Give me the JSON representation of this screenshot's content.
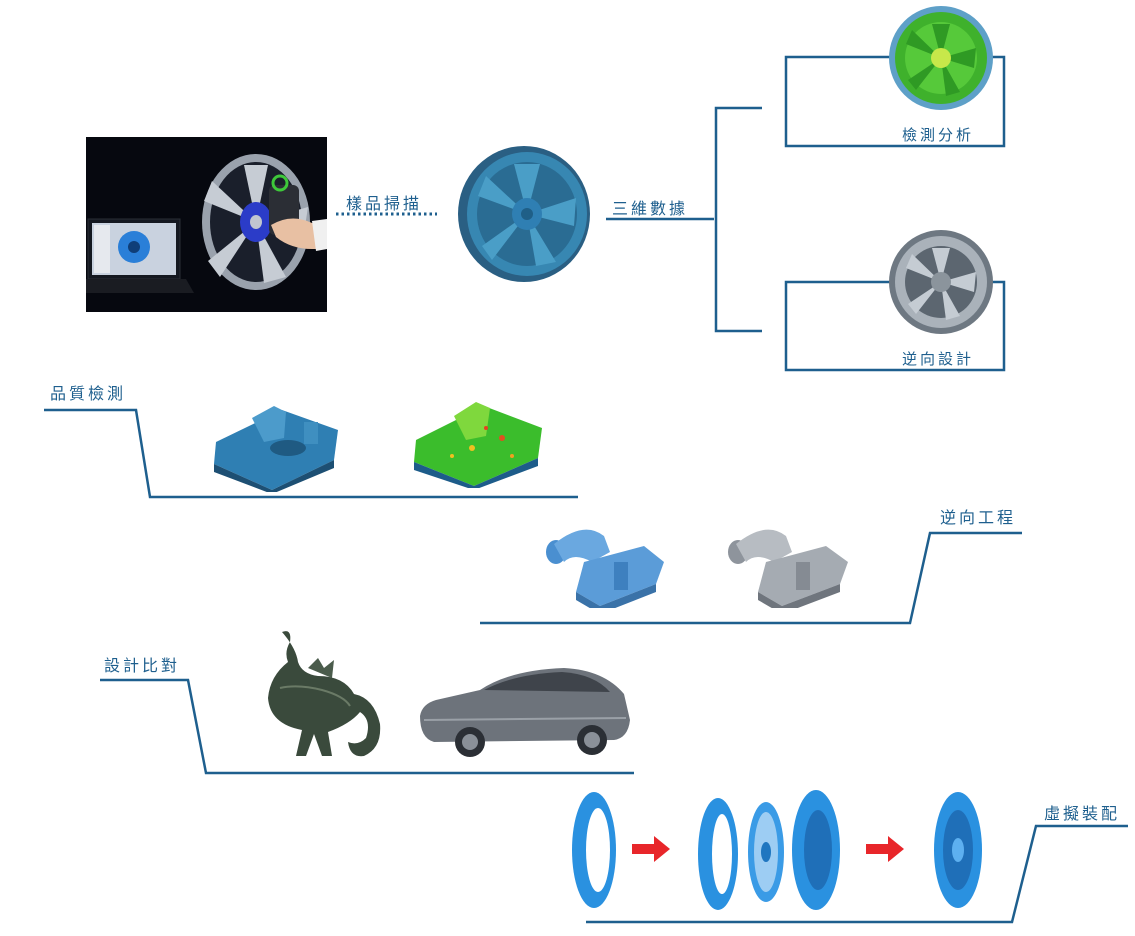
{
  "flow": {
    "scan_label": "樣品掃描",
    "data_label": "三維數據",
    "inspect_label": "檢測分析",
    "reverse_label": "逆向設計"
  },
  "applications": {
    "quality_inspection": "品質檢測",
    "reverse_engineering": "逆向工程",
    "design_comparison": "設計比對",
    "virtual_assembly": "虛擬裝配"
  },
  "colors": {
    "line": "#1e5f8e",
    "model_blue": "#2f7fb3",
    "scan_blue": "#2a91e0",
    "deviation_green": "#3bbd2c",
    "arrow_red": "#e8262a"
  },
  "icons": [
    "laptop",
    "wheel",
    "scanner",
    "hand",
    "part",
    "manifold",
    "bird-vessel",
    "car",
    "clutch-ring",
    "clutch-disc",
    "arrow"
  ]
}
